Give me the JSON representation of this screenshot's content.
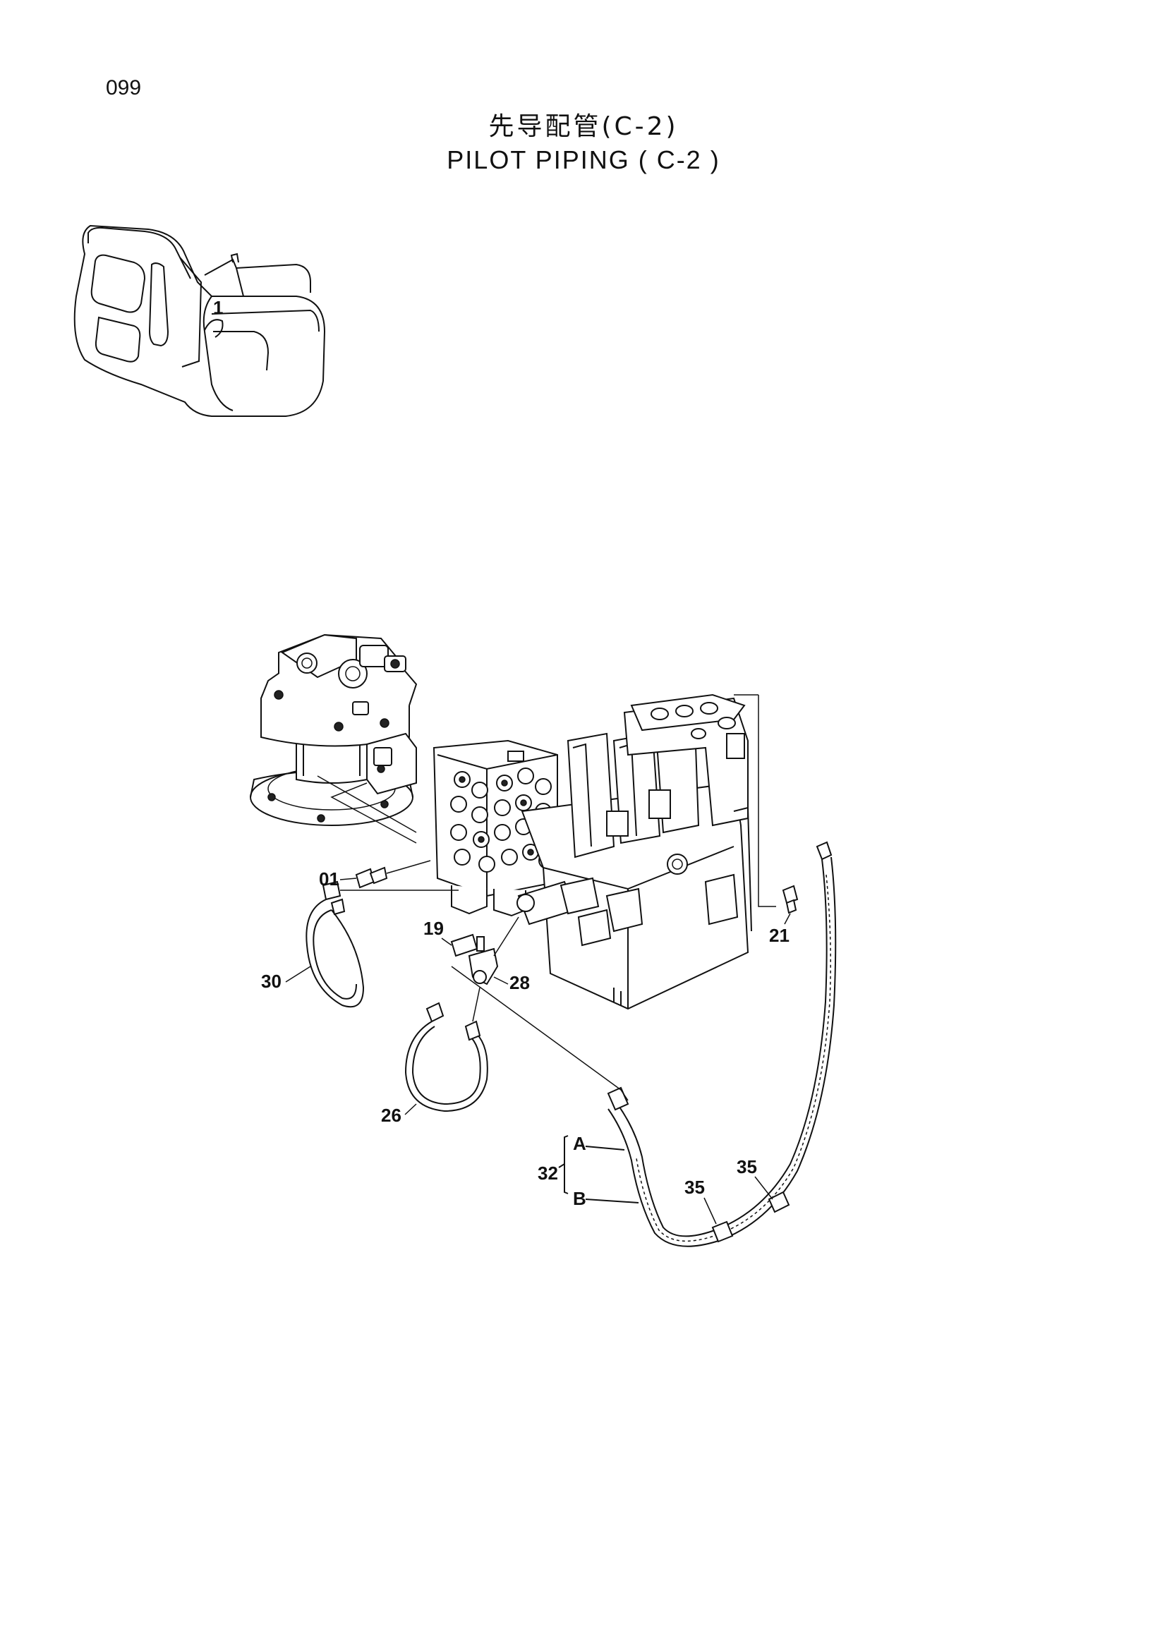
{
  "page": {
    "number": "099",
    "title_cn": "先导配管(C-2)",
    "title_en": "PILOT PIPING ( C-2 )"
  },
  "callouts": {
    "p01": "01",
    "p19": "19",
    "p21": "21",
    "p26": "26",
    "p28": "28",
    "p30": "30",
    "p32": "32",
    "pA": "A",
    "pB": "B",
    "p35a": "35",
    "p35b": "35"
  },
  "locator": {
    "marker": "1"
  }
}
